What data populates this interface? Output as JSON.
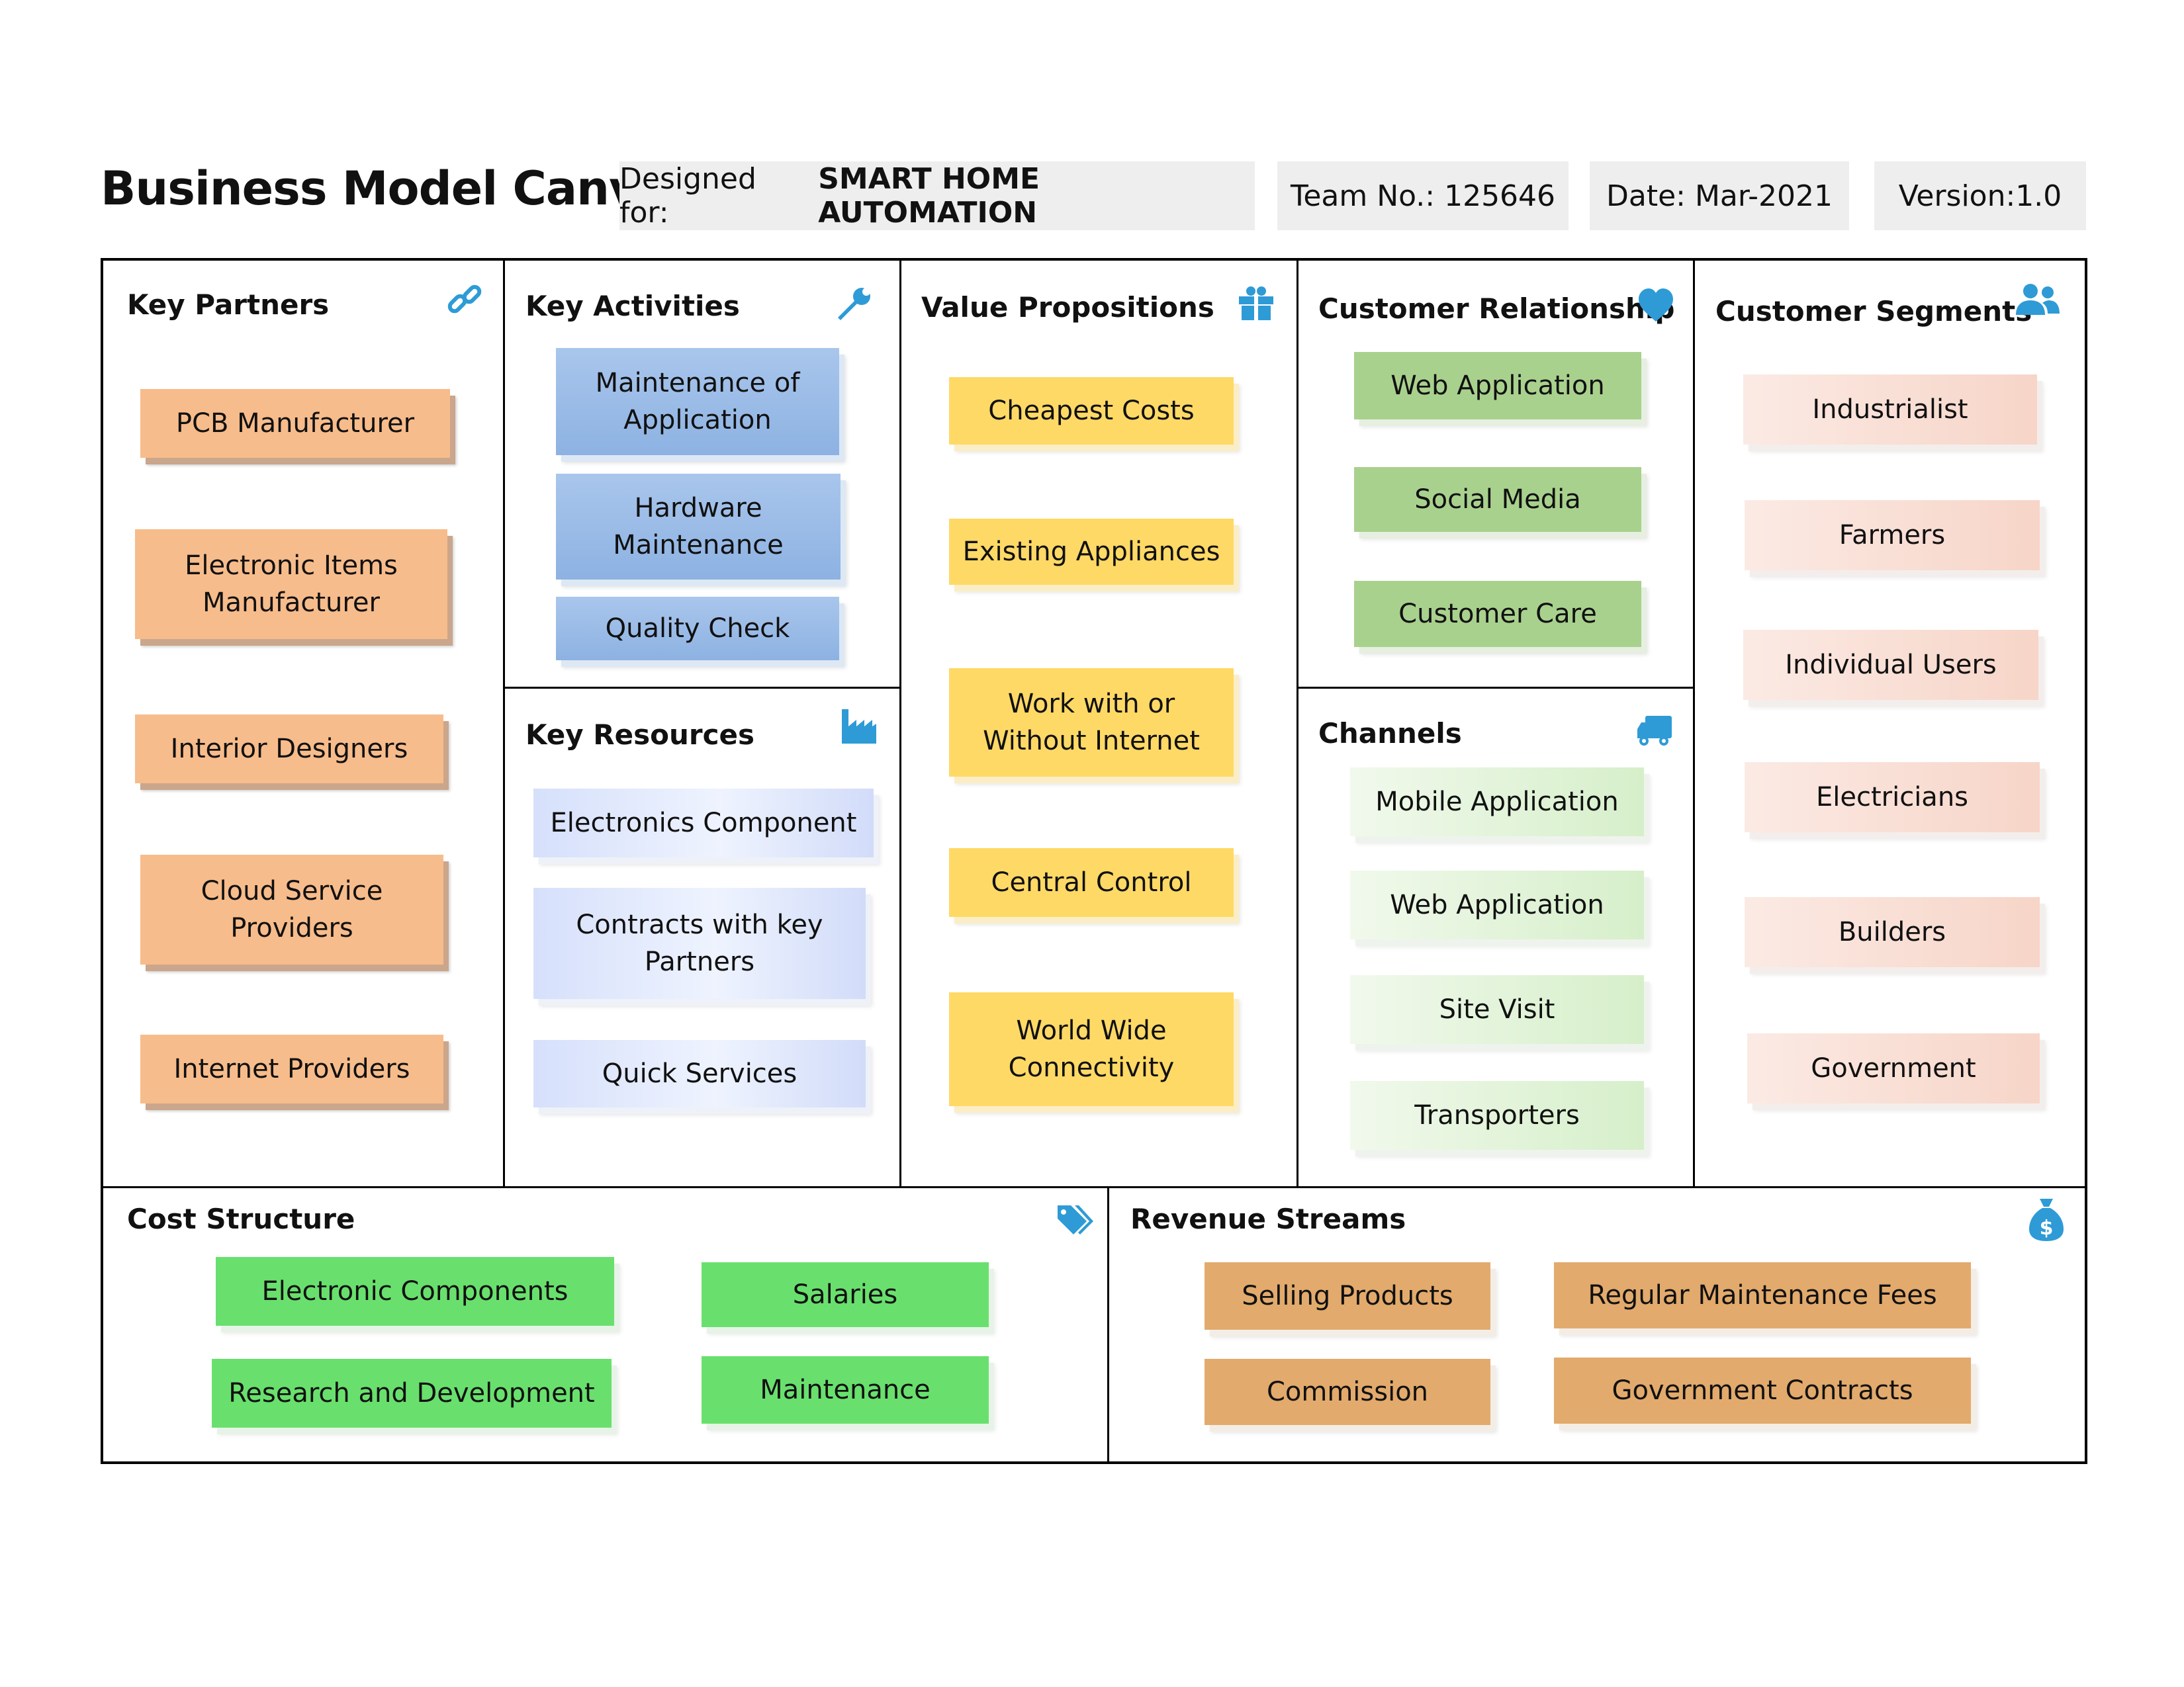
{
  "header": {
    "title": "Business Model Canvas",
    "designed_for_label": "Designed for:",
    "designed_for_value": "SMART HOME AUTOMATION",
    "team": "Team No.: 125646",
    "date": "Date: Mar-2021",
    "version": "Version:1.0"
  },
  "key_partners": {
    "title": "Key Partners",
    "icon": "link-icon",
    "items": [
      "PCB Manufacturer",
      "Electronic Items Manufacturer",
      "Interior Designers",
      "Cloud Service Providers",
      "Internet Providers"
    ]
  },
  "key_activities": {
    "title": "Key Activities",
    "icon": "wrench-icon",
    "items": [
      "Maintenance of Application",
      "Hardware Maintenance",
      "Quality Check"
    ]
  },
  "key_resources": {
    "title": "Key Resources",
    "icon": "factory-icon",
    "items": [
      "Electronics Component",
      "Contracts with key Partners",
      "Quick Services"
    ]
  },
  "value_propositions": {
    "title": "Value Propositions",
    "icon": "gift-icon",
    "items": [
      "Cheapest Costs",
      "Existing Appliances",
      "Work with or Without Internet",
      "Central Control",
      "World Wide Connectivity"
    ]
  },
  "customer_relationship": {
    "title": "Customer Relationship",
    "icon": "heart-icon",
    "items": [
      "Web Application",
      "Social Media",
      "Customer Care"
    ]
  },
  "channels": {
    "title": "Channels",
    "icon": "truck-icon",
    "items": [
      "Mobile Application",
      "Web Application",
      "Site Visit",
      "Transporters"
    ]
  },
  "customer_segments": {
    "title": "Customer Segments",
    "icon": "users-icon",
    "items": [
      "Industrialist",
      "Farmers",
      "Individual Users",
      "Electricians",
      "Builders",
      "Government"
    ]
  },
  "cost_structure": {
    "title": "Cost Structure",
    "icon": "tag-icon",
    "items": [
      "Electronic Components",
      "Salaries",
      "Research and Development",
      "Maintenance"
    ]
  },
  "revenue_streams": {
    "title": "Revenue Streams",
    "icon": "money-bag-icon",
    "items": [
      "Selling Products",
      "Regular Maintenance Fees",
      "Commission",
      "Government Contracts"
    ]
  },
  "colors": {
    "icon_blue": "#2e9bd6",
    "partner_note": "#f7bc8b",
    "activity_note": "#8db2e2",
    "value_note": "#ffd966",
    "relationship_note": "#a9d18e",
    "cost_note": "#69e06d",
    "revenue_note": "#e2aa6c"
  }
}
